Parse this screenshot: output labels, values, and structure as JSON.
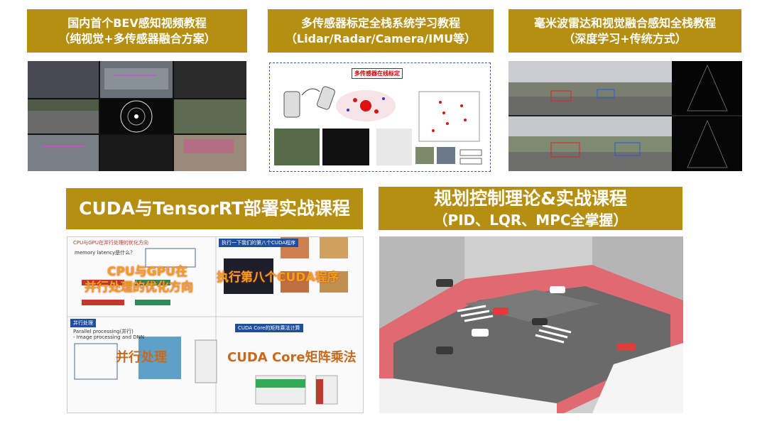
{
  "banners": {
    "bev": {
      "line1": "国内首个BEV感知视频教程",
      "line2": "（纯视觉+多传感器融合方案）"
    },
    "calib": {
      "line1": "多传感器标定全栈系统学习教程",
      "line2": "（Lidar/Radar/Camera/IMU等）"
    },
    "radar": {
      "line1": "毫米波雷达和视觉融合感知全栈教程",
      "line2": "（深度学习+传统方式）"
    },
    "cuda": {
      "line1": "CUDA与TensorRT部署实战课程"
    },
    "planning": {
      "line1": "规划控制理论&实战课程",
      "line2": "（PID、LQR、MPC全掌握）"
    }
  },
  "calib_panel": {
    "title": "多传感器在线标定"
  },
  "cuda_panel": {
    "overlay1_line1": "CPU与GPU在",
    "overlay1_line2": "并行处理的优化方向",
    "overlay2": "执行第八个CUDA程序",
    "overlay3": "并行处理",
    "overlay4": "CUDA Core矩阵乘法",
    "memory_latency": "memory latency是什么？",
    "parallel_processing": "Parallel processing(并行)",
    "image_dnn": "- Image processing and DNN",
    "section1": "CPU与GPU在并行处理的优化方向",
    "section2": "执行一下我们的第八个CUDA程序",
    "section3": "并行处理",
    "section4": "CUDA Core的矩阵乘法计算"
  },
  "colors": {
    "banner": "#b58f12",
    "banner_text": "#ffffff",
    "road": "#e06a72"
  }
}
